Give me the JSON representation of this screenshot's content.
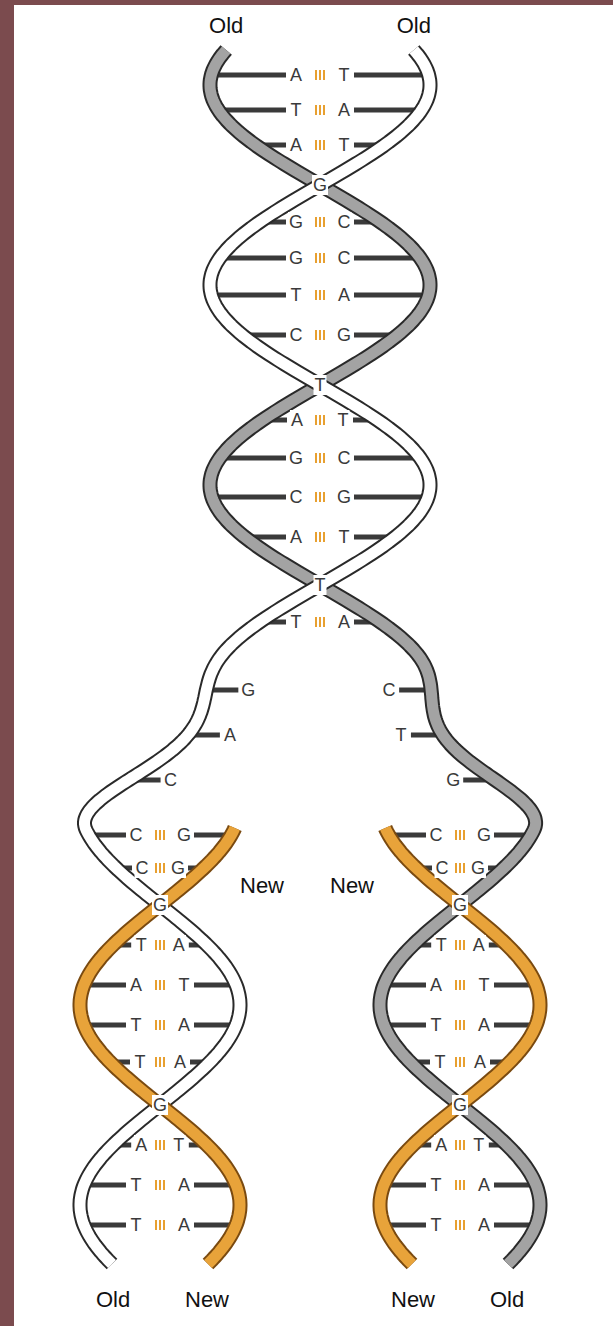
{
  "diagram": {
    "labels": [
      "Old",
      "Old",
      "A",
      "T",
      "T",
      "A",
      "A",
      "T",
      "G",
      "G",
      "C",
      "G",
      "C",
      "T",
      "A",
      "C",
      "G",
      "T",
      "A",
      "T",
      "G",
      "C",
      "C",
      "G",
      "A",
      "T",
      "T",
      "T",
      "A",
      "G",
      "C",
      "A",
      "T",
      "C",
      "G",
      "C",
      "G",
      "C",
      "G",
      "C",
      "G",
      "C",
      "G",
      "New",
      "New",
      "G",
      "G",
      "T",
      "A",
      "T",
      "A",
      "A",
      "T",
      "A",
      "T",
      "T",
      "A",
      "T",
      "A",
      "T",
      "A",
      "T",
      "A",
      "G",
      "G",
      "A",
      "T",
      "A",
      "T",
      "T",
      "A",
      "T",
      "A",
      "T",
      "A",
      "T",
      "A",
      "Old",
      "New",
      "New",
      "Old"
    ]
  }
}
